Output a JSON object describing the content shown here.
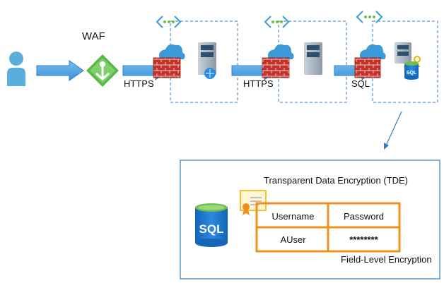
{
  "labels": {
    "waf": "WAF",
    "https_1": "HTTPS",
    "https_2": "HTTPS",
    "sql_link": "SQL",
    "tde": "Transparent Data Encryption (TDE)",
    "field_level": "Field-Level Encryption"
  },
  "table": {
    "headers": [
      "Username",
      "Password"
    ],
    "row": [
      "AUser",
      "********"
    ]
  },
  "db_icon_text": "SQL",
  "db_small_text": "SQL",
  "colors": {
    "arrow": "#4a9fe0",
    "arrow_dark": "#2f80c8",
    "dashed": "#3a7fc0",
    "table_border": "#f0901a",
    "callout_border": "#2f7fc1",
    "firewall": "#c2312a",
    "cloud": "#3a9bd8",
    "waf": "#5ab84a",
    "user": "#5aaedc",
    "server": "#5e6e80",
    "sql_db": "#1d75c4",
    "certificate": "#f2c12e"
  }
}
